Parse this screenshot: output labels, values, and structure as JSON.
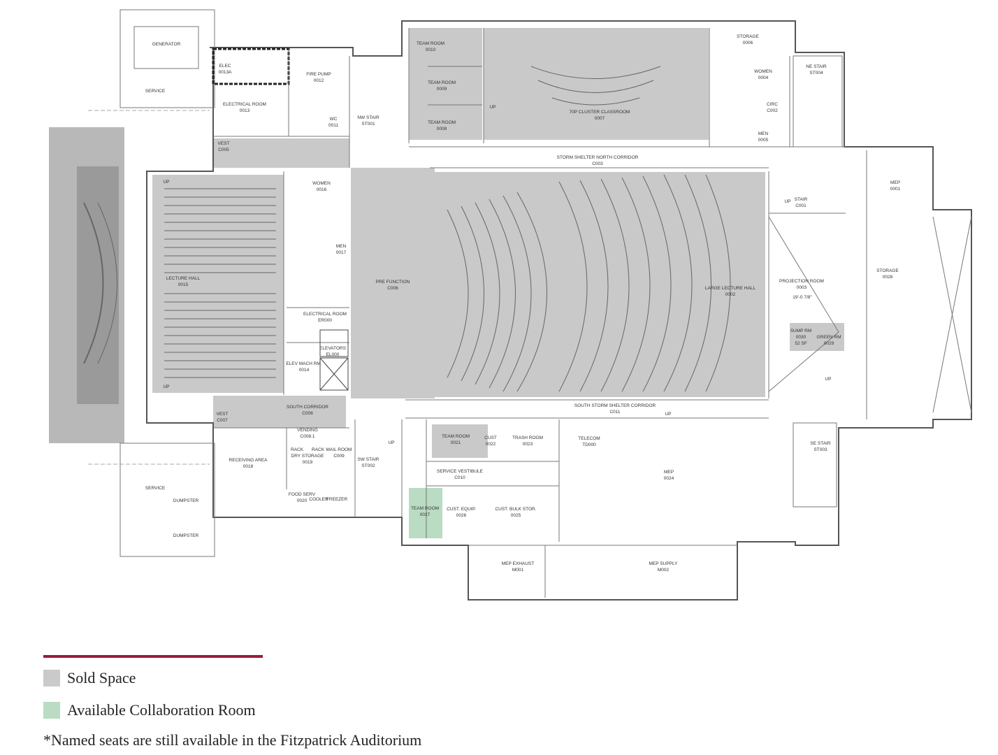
{
  "colors": {
    "sold": "#cbcaca",
    "available": "#b9dcc3",
    "accent_rule": "#9b1c37",
    "wall": "#555555"
  },
  "rooms": {
    "generator": "GENERATOR",
    "service_north": "SERVICE",
    "elec": [
      "ELEC",
      "0013A"
    ],
    "fire_pump": [
      "FIRE PUMP",
      "0012"
    ],
    "electrical_room": [
      "ELECTRICAL ROOM",
      "0013"
    ],
    "wc": [
      "WC",
      "0011"
    ],
    "nw_stair": [
      "NW STAIR",
      "ST001"
    ],
    "team_room_0010": [
      "TEAM ROOM",
      "0010"
    ],
    "team_room_0009": [
      "TEAM ROOM",
      "0009"
    ],
    "team_room_0008": [
      "TEAM ROOM",
      "0008"
    ],
    "cluster_classroom": [
      "70P CLUSTER CLASSROOM",
      "0007"
    ],
    "storage_0006": [
      "STORAGE",
      "0006"
    ],
    "women_0004": [
      "WOMEN",
      "0004"
    ],
    "circ": [
      "CIRC",
      "C002"
    ],
    "men_0005": [
      "MEN",
      "0005"
    ],
    "ne_stair": [
      "NE STAIR",
      "ST004"
    ],
    "vest_c005": [
      "VEST",
      "C005"
    ],
    "storm_north_corridor": [
      "STORM SHELTER NORTH CORRIDOR",
      "C003"
    ],
    "women_0016": [
      "WOMEN",
      "0016"
    ],
    "men_0017": [
      "MEN",
      "0017"
    ],
    "lecture_hall": [
      "LECTURE HALL",
      "0015"
    ],
    "pre_function": [
      "PRE FUNCTION",
      "C006"
    ],
    "large_lecture_hall": [
      "LARGE LECTURE HALL",
      "0002"
    ],
    "stair_c001": [
      "STAIR",
      "C001"
    ],
    "mep_0001": [
      "MEP",
      "0001"
    ],
    "projection_room": [
      "PROJECTION ROOM",
      "0003"
    ],
    "projection_dim": "19'-0 7/8\"",
    "storage_0028": [
      "STORAGE",
      "0028"
    ],
    "sump_rm": [
      "SUMP RM",
      "0030",
      "52 SF"
    ],
    "green_rm": [
      "GREEN RM",
      "0029"
    ],
    "electrical_er000": [
      "ELECTRICAL ROOM",
      "ER000"
    ],
    "elevators": [
      "ELEVATORS",
      "EL000"
    ],
    "elev_mach": [
      "ELEV MACH RM.",
      "0014"
    ],
    "south_corridor": [
      "SOUTH CORRIDOR",
      "C008"
    ],
    "vest_c007": [
      "VEST",
      "C007"
    ],
    "south_storm_corridor": [
      "SOUTH STORM SHELTER CORRIDOR",
      "C011"
    ],
    "vending": [
      "VENDING",
      "C008.1"
    ],
    "dry_storage": [
      "DRY STORAGE",
      "0019"
    ],
    "mail_room": [
      "MAIL ROOM",
      "C009"
    ],
    "receiving": [
      "RECEIVING AREA",
      "0018"
    ],
    "sw_stair": [
      "SW STAIR",
      "ST002"
    ],
    "team_room_0021": [
      "TEAM ROOM",
      "0021"
    ],
    "cust_0022": [
      "CUST",
      "0022"
    ],
    "trash_room": [
      "TRASH ROOM",
      "0023"
    ],
    "telecom": [
      "TELECOM",
      "TD000"
    ],
    "service_vestibule": [
      "SERVICE VESTIBULE",
      "C010"
    ],
    "mep_0024": [
      "MEP",
      "0024"
    ],
    "se_stair": [
      "SE STAIR",
      "ST003"
    ],
    "food_serv": [
      "FOOD SERV",
      "0020"
    ],
    "cooler": "COOLER",
    "freezer": "FREEZER",
    "team_room_0027": [
      "TEAM ROOM",
      "0027"
    ],
    "cust_equip": [
      "CUST. EQUIP.",
      "0026"
    ],
    "cust_bulk": [
      "CUST. BULK STOR.",
      "0025"
    ],
    "service_south": "SERVICE",
    "dumpster_1": "DUMPSTER",
    "dumpster_2": "DUMPSTER",
    "mep_exhaust": [
      "MEP EXHAUST",
      "M001"
    ],
    "mep_supply": [
      "MEP SUPPLY",
      "M002"
    ],
    "up": "UP",
    "rack": "RACK"
  },
  "legend": {
    "sold_label": "Sold Space",
    "available_label": "Available Collaboration Room",
    "footnote": "*Named seats are still available in the Fitzpatrick Auditorium"
  }
}
